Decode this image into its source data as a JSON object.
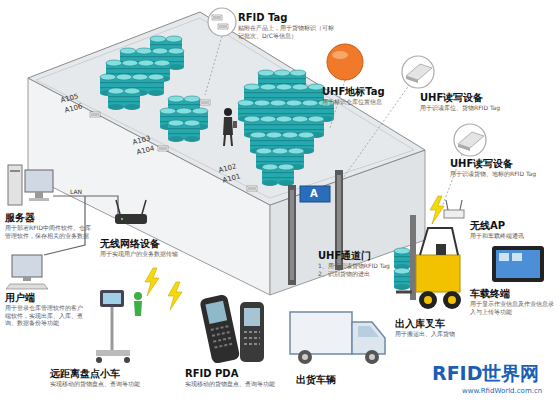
{
  "diagram": {
    "nodes": [
      {
        "text": [
          "RFID Tag",
          "贴附在产品上，用于货物标识（可标记批次、D/C等信息）"
        ]
      },
      {
        "text": [
          "UHF地标Tag",
          "用于标识仓库位置信息"
        ]
      },
      {
        "text": [
          "UHF读写设备",
          "用于识读库位、货物RFID Tag"
        ]
      },
      {
        "text": [
          "UHF读写设备",
          "用于识读货物、地标的RFID Tag"
        ]
      },
      {
        "text": [
          "服务器",
          "用于部署RFID中间件软件、仓库管理软件，保存相关的业务数据"
        ]
      },
      {
        "text": [
          "无线AP",
          "用于和车载终端通讯"
        ]
      },
      {
        "text": [
          "无线网络设备",
          "用于实现用户的业务数据传输"
        ]
      },
      {
        "text": [
          "UHF通道门",
          "1、用于识读货物RFID Tag",
          "2、识别货物的进出"
        ]
      },
      {
        "text": [
          "车载终端",
          "用于显示作业信息及作业信息录入与上传等功能"
        ]
      },
      {
        "text": [
          "用户端",
          "用于登录仓库管理软件的客户端软件，实现出库、入库、查询、数据备份等功能"
        ]
      },
      {
        "text": [
          "出入库叉车",
          "用于搬运出、入库货物"
        ]
      },
      {
        "text": [
          "远距离盘点小车",
          "实现移动的货物盘点、查询等功能"
        ]
      },
      {
        "text": [
          "RFID PDA",
          "实现移动的货物盘点、查询等功能"
        ]
      },
      {
        "text": [
          "出货车辆"
        ]
      }
    ],
    "labels": [
      "A105",
      "A106",
      "A103",
      "A104",
      "A102",
      "A101",
      "LAN",
      "A",
      "RFID世界网",
      "www.RfidWorld.com.cn"
    ]
  }
}
